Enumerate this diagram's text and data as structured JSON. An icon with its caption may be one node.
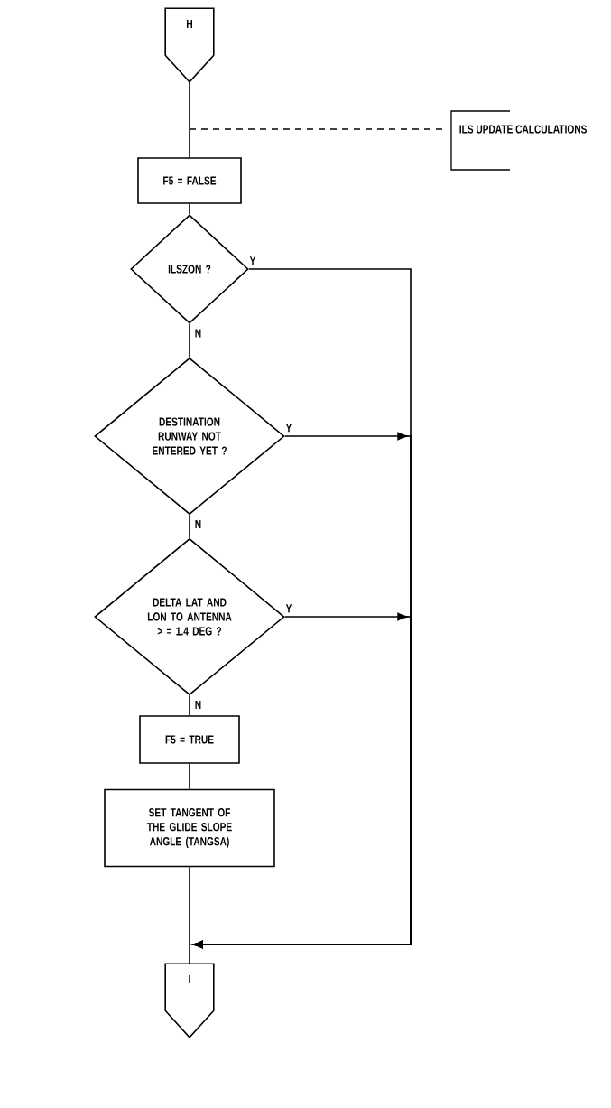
{
  "diagram": {
    "nodes": [
      {
        "text": [
          "H"
        ]
      },
      {
        "text": [
          "ILS UPDATE CALCULATIONS"
        ]
      },
      {
        "text": [
          "F5 = FALSE"
        ]
      },
      {
        "text": [
          "ILSZON ?"
        ]
      },
      {
        "text": [
          "DESTINATION RUNWAY NOT ENTERED YET ?"
        ]
      },
      {
        "text": [
          "DELTA LAT AND LON TO ANTENNA > = 1.4 DEG ?"
        ]
      },
      {
        "text": [
          "F5 = TRUE"
        ]
      },
      {
        "text": [
          "SET TANGENT OF THE GLIDE SLOPE ANGLE (TANGSA)"
        ]
      },
      {
        "text": [
          "I"
        ]
      }
    ],
    "edges": [
      {
        "from": 0,
        "to": 2,
        "arrow": "none"
      },
      {
        "from": null,
        "to": 1,
        "arrow": "none",
        "style": "dashed"
      },
      {
        "from": 2,
        "to": 3,
        "arrow": "none"
      },
      {
        "from": 3,
        "to": 4,
        "arrow": "none",
        "label": "N"
      },
      {
        "from": 4,
        "to": 5,
        "arrow": "none",
        "label": "N"
      },
      {
        "from": 5,
        "to": 6,
        "arrow": "none",
        "label": "N"
      },
      {
        "from": 6,
        "to": 7,
        "arrow": "none"
      },
      {
        "from": 7,
        "to": 8,
        "arrow": "none"
      },
      {
        "from": 3,
        "to": 8,
        "arrow": "to",
        "label": "Y"
      },
      {
        "from": 4,
        "to": 8,
        "arrow": "to",
        "label": "Y"
      },
      {
        "from": 5,
        "to": 8,
        "arrow": "to",
        "label": "Y"
      }
    ]
  }
}
